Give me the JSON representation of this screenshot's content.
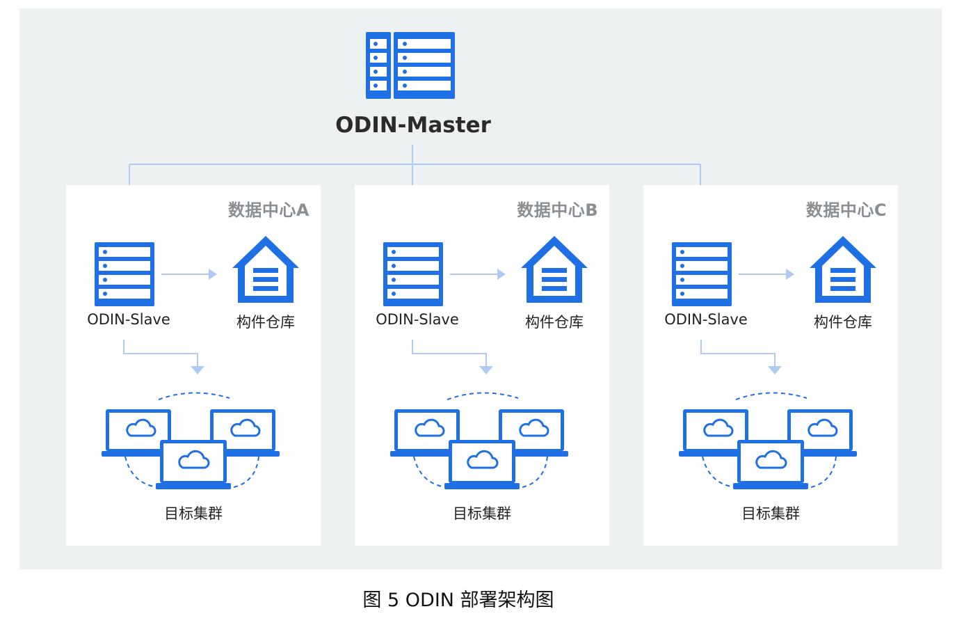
{
  "master": {
    "label": "ODIN-Master",
    "icon": "server-rack-icon"
  },
  "accent_color": "#1f6fe5",
  "line_color": "#aecbf4",
  "data_centers": [
    {
      "title": "数据中心A",
      "slave_label": "ODIN-Slave",
      "repo_label": "构件仓库",
      "cluster_label": "目标集群"
    },
    {
      "title": "数据中心B",
      "slave_label": "ODIN-Slave",
      "repo_label": "构件仓库",
      "cluster_label": "目标集群"
    },
    {
      "title": "数据中心C",
      "slave_label": "ODIN-Slave",
      "repo_label": "构件仓库",
      "cluster_label": "目标集群"
    }
  ],
  "caption": "图 5 ODIN 部署架构图"
}
